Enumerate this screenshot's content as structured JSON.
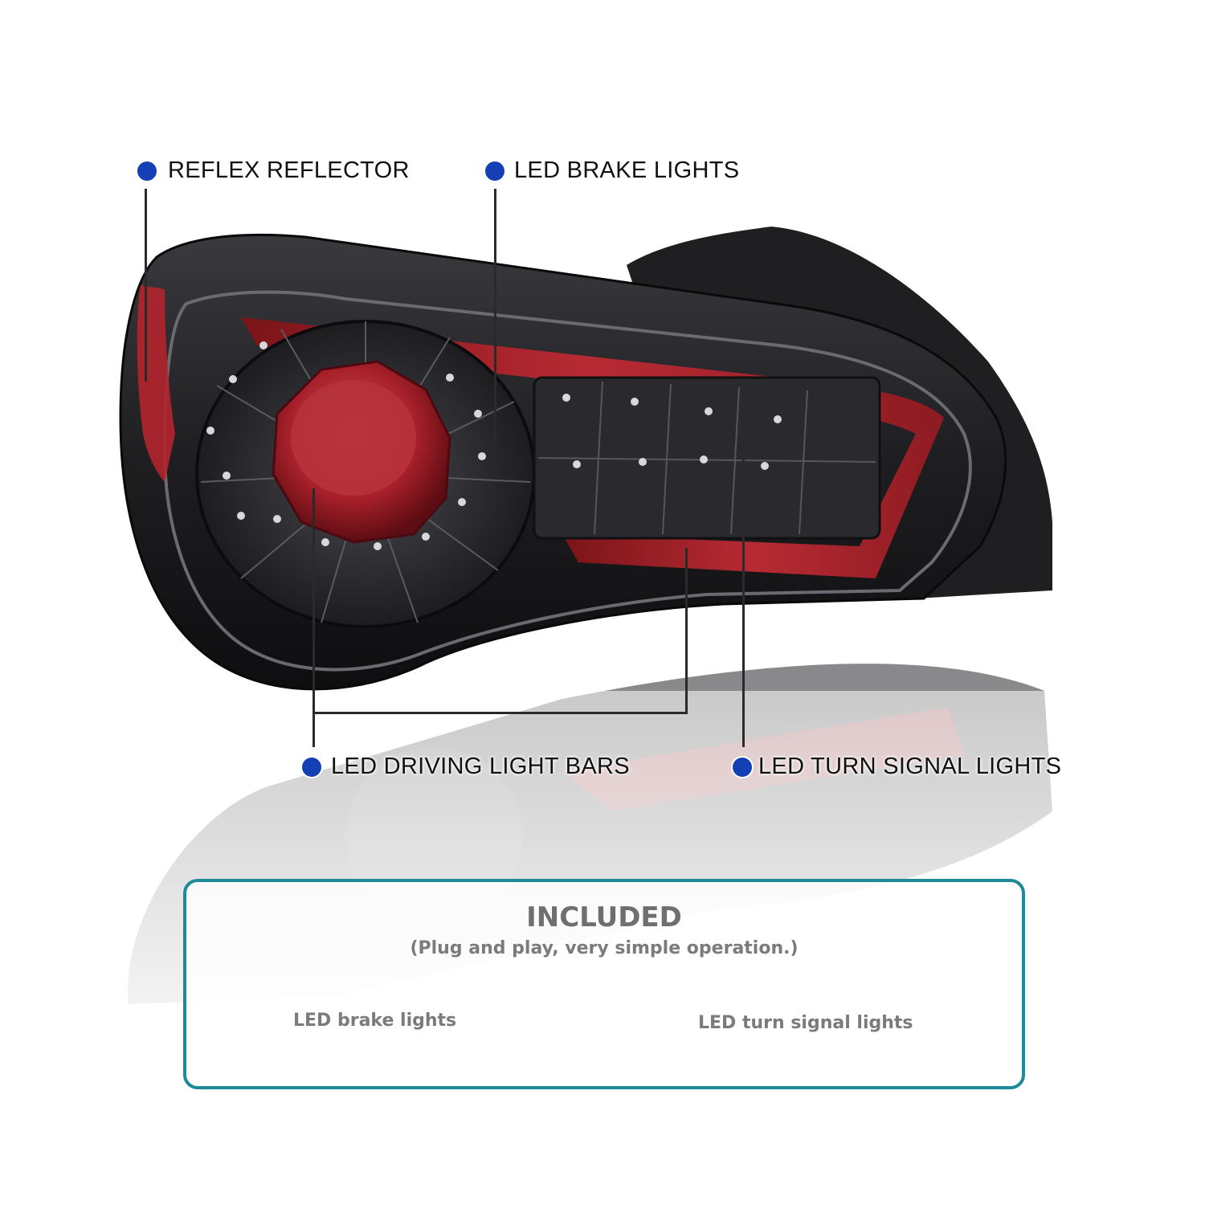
{
  "callouts": {
    "reflex_reflector": "REFLEX REFLECTOR",
    "led_brake_lights": "LED BRAKE LIGHTS",
    "led_driving_light_bars": "LED DRIVING LIGHT BARS",
    "led_turn_signal_lights": "LED TURN SIGNAL LIGHTS"
  },
  "included": {
    "title": "INCLUDED",
    "subtitle": "(Plug and play, very simple operation.)",
    "items": [
      "LED brake lights",
      "LED turn signal lights"
    ]
  },
  "colors": {
    "callout_dot": "#1540b5",
    "box_border": "#1d8a98",
    "lamp_red": "#a8202a",
    "lamp_housing": "#1c1c1e"
  }
}
